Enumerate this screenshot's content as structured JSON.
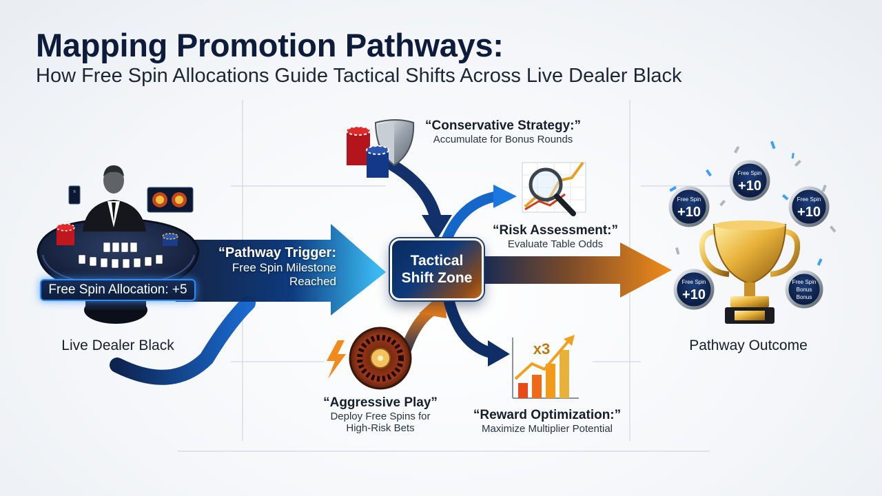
{
  "header": {
    "title": "Mapping Promotion Pathways:",
    "subtitle": "How Free Spin Allocations Guide Tactical Shifts Across Live Dealer Black"
  },
  "dealer": {
    "label": "Live Dealer Black",
    "allocation_badge": "Free Spin Allocation: +5"
  },
  "trigger": {
    "heading": "“Pathway Trigger:",
    "line1": "Free Spin Milestone",
    "line2": "Reached"
  },
  "hub": {
    "line1": "Tactical",
    "line2": "Shift Zone"
  },
  "branches": {
    "conservative": {
      "heading": "“Conservative Strategy:”",
      "body": "Accumulate for Bonus Rounds"
    },
    "risk": {
      "heading": "“Risk Assessment:”",
      "body": "Evaluate Table Odds"
    },
    "aggressive": {
      "heading": "“Aggressive Play”",
      "body1": "Deploy Free Spins for",
      "body2": "High-Risk Bets"
    },
    "reward": {
      "heading": "“Reward Optimization:”",
      "body": "Maximize Multiplier Potential",
      "multiplier": "x3"
    }
  },
  "outcome": {
    "label": "Pathway Outcome",
    "tokens": [
      {
        "top": "Free Spin",
        "value": "+10"
      },
      {
        "top": "Free Spin",
        "value": "+10"
      },
      {
        "top": "Free Spin",
        "value": "+10"
      },
      {
        "top": "Free Spin",
        "value": "+10"
      },
      {
        "top": "Free Spin",
        "value": "Bonus",
        "extra": "Bonus"
      }
    ]
  },
  "colors": {
    "navy": "#0d1c3a",
    "blue_glow": "#2c8cff",
    "orange": "#f08a1c",
    "gold": "#e8b23a"
  }
}
